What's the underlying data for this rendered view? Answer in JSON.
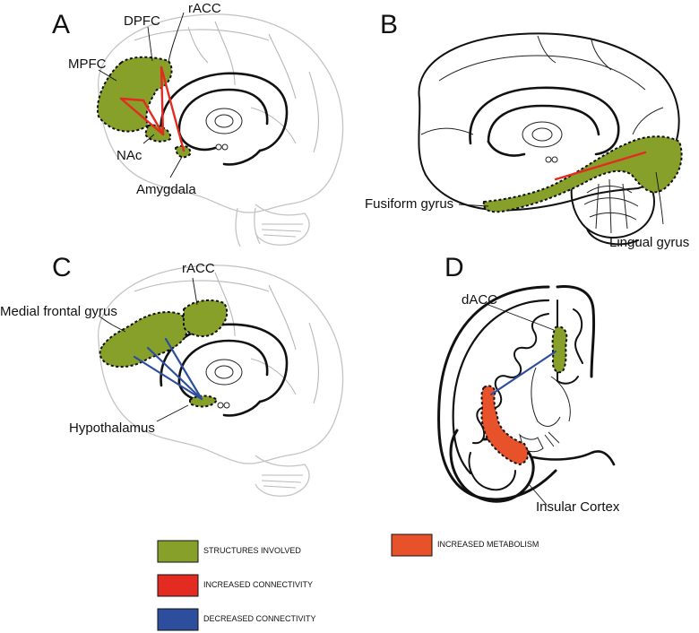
{
  "panels": {
    "a": {
      "letter": "A",
      "labels": {
        "dpfc": "DPFC",
        "racc": "rACC",
        "mpfc": "MPFC",
        "nac": "NAc",
        "amygdala": "Amygdala"
      }
    },
    "b": {
      "letter": "B",
      "labels": {
        "fusiform": "Fusiform gyrus",
        "lingual": "Lingual gyrus"
      }
    },
    "c": {
      "letter": "C",
      "labels": {
        "racc": "rACC",
        "medial_frontal": "Medial frontal gyrus",
        "hypothalamus": "Hypothalamus"
      }
    },
    "d": {
      "letter": "D",
      "labels": {
        "dacc": "dACC",
        "insular": "Insular Cortex"
      }
    }
  },
  "legend": [
    {
      "key": "structures",
      "label": "STRUCTURES INVOLVED",
      "color": "#86a02a"
    },
    {
      "key": "increased_connectivity",
      "label": "INCREASED CONNECTIVITY",
      "color": "#e32b22"
    },
    {
      "key": "decreased_connectivity",
      "label": "DECREASED CONNECTIVITY",
      "color": "#2c4e9c"
    },
    {
      "key": "increased_metabolism",
      "label": "INCREASED METABOLISM",
      "color": "#e8522a"
    }
  ]
}
